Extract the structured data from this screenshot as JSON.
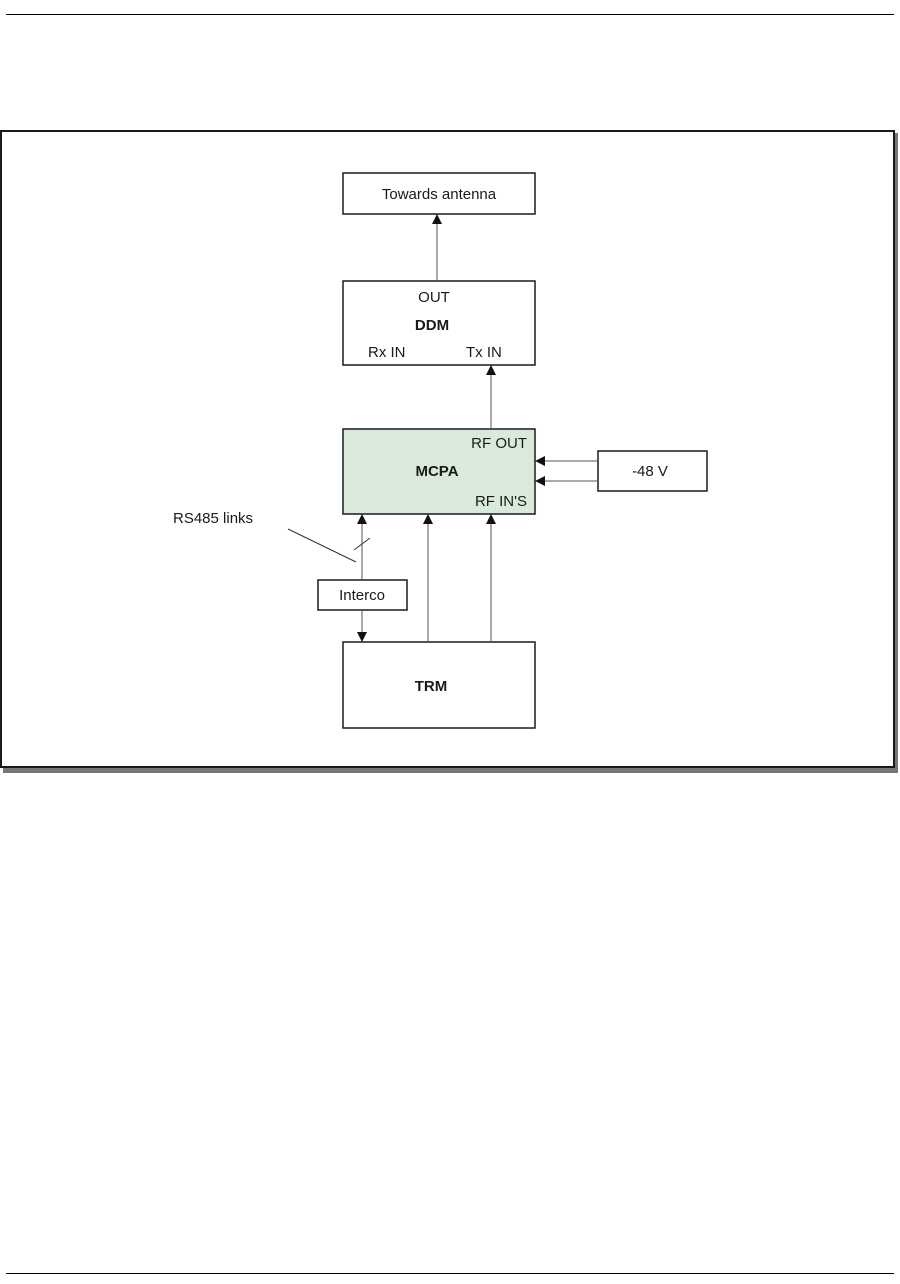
{
  "page": {
    "background": "#ffffff"
  },
  "figure": {
    "nodes": {
      "antenna": {
        "label": "Towards antenna"
      },
      "ddm": {
        "label": "DDM",
        "port_out": "OUT",
        "port_rx_in": "Rx IN",
        "port_tx_in": "Tx IN"
      },
      "mcpa": {
        "label": "MCPA",
        "port_rf_out": "RF OUT",
        "port_rf_ins": "RF IN'S",
        "fill": "#d9eadb"
      },
      "power": {
        "label": "-48 V"
      },
      "interco": {
        "label": "Interco"
      },
      "trm": {
        "label": "TRM"
      }
    },
    "annotations": {
      "rs485": "RS485 links"
    },
    "colors": {
      "frame": "#1a1a1a",
      "frame_shadow": "#777777",
      "box_stroke": "#1a1a1a",
      "line": "#555555",
      "arrow": "#111111"
    }
  }
}
